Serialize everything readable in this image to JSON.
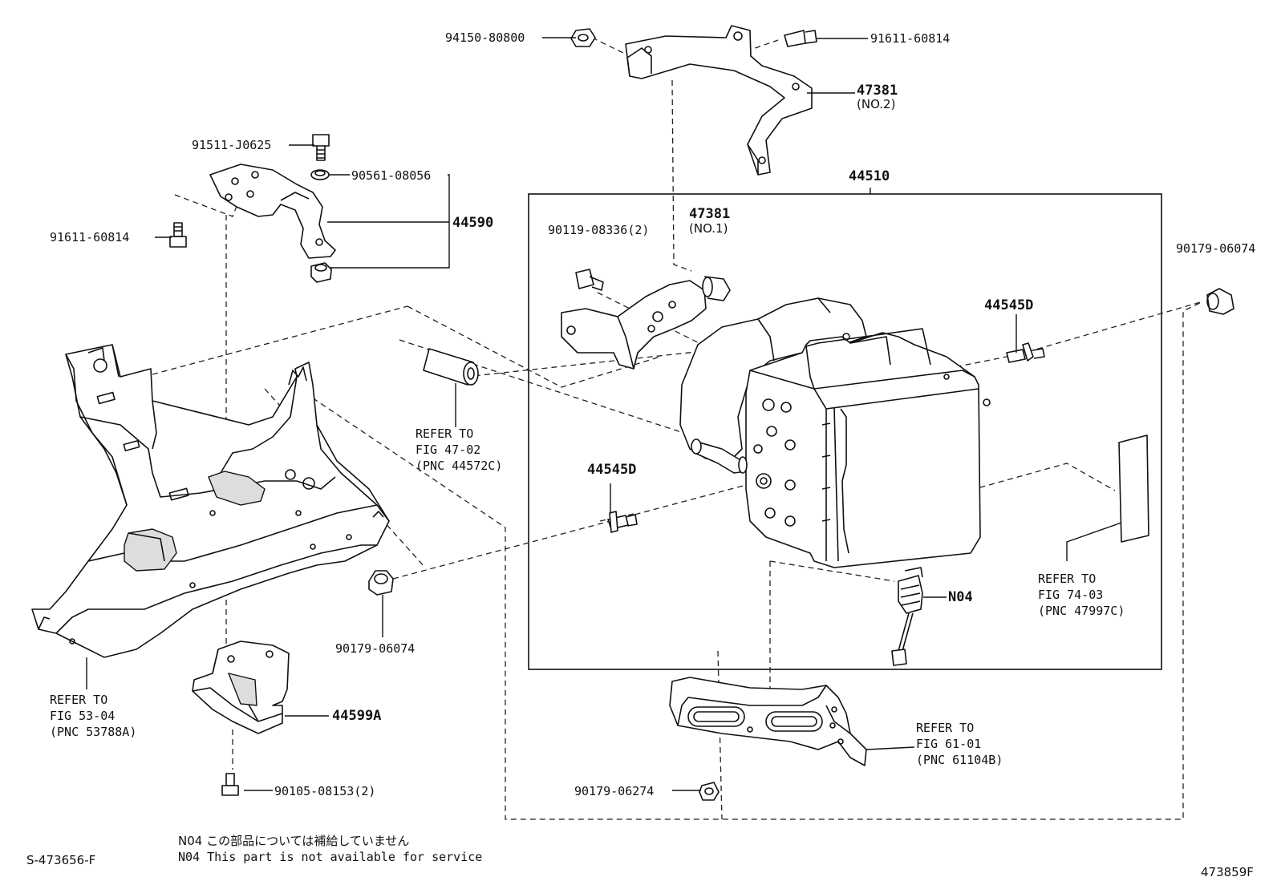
{
  "diagram_id": "473859F",
  "sheet_code": "S-473656-F",
  "assembly": {
    "number": "44510"
  },
  "labels": {
    "p94150": "94150-80800",
    "p91611_top": "91611-60814",
    "p47381_2": "47381",
    "p47381_2_sub": "(NO.2)",
    "p91511": "91511-J0625",
    "p90561": "90561-08056",
    "p44590": "44590",
    "p91611_left": "91611-60814",
    "p90119": "90119-08336(2)",
    "p47381_1": "47381",
    "p47381_1_sub": "(NO.1)",
    "p90179_right": "90179-06074",
    "p44545_right": "44545D",
    "p44545_left": "44545D",
    "p90179_mid": "90179-06074",
    "p44599": "44599A",
    "p90105": "90105-08153(2)",
    "p90179_06274": "90179-06274",
    "pN04": "N04"
  },
  "refs": {
    "r4702": [
      "REFER TO",
      "FIG 47-02",
      "(PNC 44572C)"
    ],
    "r5304": [
      "REFER TO",
      "FIG 53-04",
      "(PNC 53788A)"
    ],
    "r7403": [
      "REFER TO",
      "FIG 74-03",
      "(PNC 47997C)"
    ],
    "r6101": [
      "REFER TO",
      "FIG 61-01",
      "(PNC 61104B)"
    ]
  },
  "notes": {
    "jp": "N04 この部品については補給していません",
    "en": "N04 This part is not available for service"
  }
}
